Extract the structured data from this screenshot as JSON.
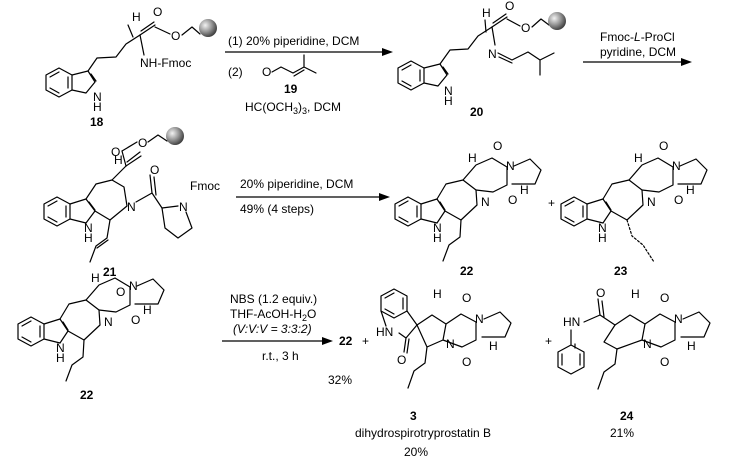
{
  "compounds": {
    "c18": {
      "label": "18",
      "nh_fmoc": "NH-Fmoc",
      "h": "H",
      "nh": "N",
      "nh_h": "H"
    },
    "c19": {
      "label": "19"
    },
    "c20": {
      "label": "20",
      "n": "N",
      "h": "H",
      "nh": "N",
      "nh_h": "H"
    },
    "c21": {
      "label": "21",
      "fmoc": "Fmoc",
      "h": "H",
      "n1": "N",
      "n2": "N",
      "nh": "N",
      "nh_h": "H"
    },
    "c22a": {
      "label": "22",
      "h1": "H",
      "h2": "H",
      "n1": "N",
      "n2": "N",
      "nh": "N",
      "nh_h": "H"
    },
    "c23": {
      "label": "23",
      "h1": "H",
      "h2": "H",
      "n1": "N",
      "n2": "N",
      "nh": "N",
      "nh_h": "H"
    },
    "c22b": {
      "label": "22",
      "h1": "H",
      "h2": "H",
      "n1": "N",
      "n2": "N",
      "nh": "N",
      "nh_h": "H"
    },
    "c3": {
      "label": "3",
      "name": "dihydrospirotryprostatin B",
      "yield": "20%",
      "hn": "HN",
      "h1": "H",
      "h2": "H",
      "n1": "N",
      "n2": "N"
    },
    "c24": {
      "label": "24",
      "yield": "21%",
      "hn": "HN",
      "h1": "H",
      "h2": "H",
      "n1": "N",
      "n2": "N"
    }
  },
  "steps": {
    "step1": {
      "line1": "(1) 20% piperidine, DCM",
      "line2_num": "(2)",
      "line3": "HC(OCH",
      "line3_sub": "3",
      "line3_end": ")",
      "line3_sub2": "3",
      "line3_tail": ", DCM"
    },
    "step2": {
      "line1_pre": "Fmoc-",
      "line1_ital": "L",
      "line1_post": "-ProCl",
      "line2": "pyridine, DCM"
    },
    "step3": {
      "line1": "20% piperidine, DCM",
      "line2": "49% (4 steps)"
    },
    "step4": {
      "line1": "NBS (1.2 equiv.)",
      "line2_pre": "THF-AcOH-H",
      "line2_sub": "2",
      "line2_post": "O",
      "line3": "(V:V:V = 3:3:2)",
      "line4": "r.t., 3 h"
    }
  },
  "products": {
    "recovered": "22",
    "plus1": "+",
    "plus2": "+",
    "plus3": "+",
    "recovered_yield": "32%"
  },
  "atoms": {
    "o": "O"
  }
}
